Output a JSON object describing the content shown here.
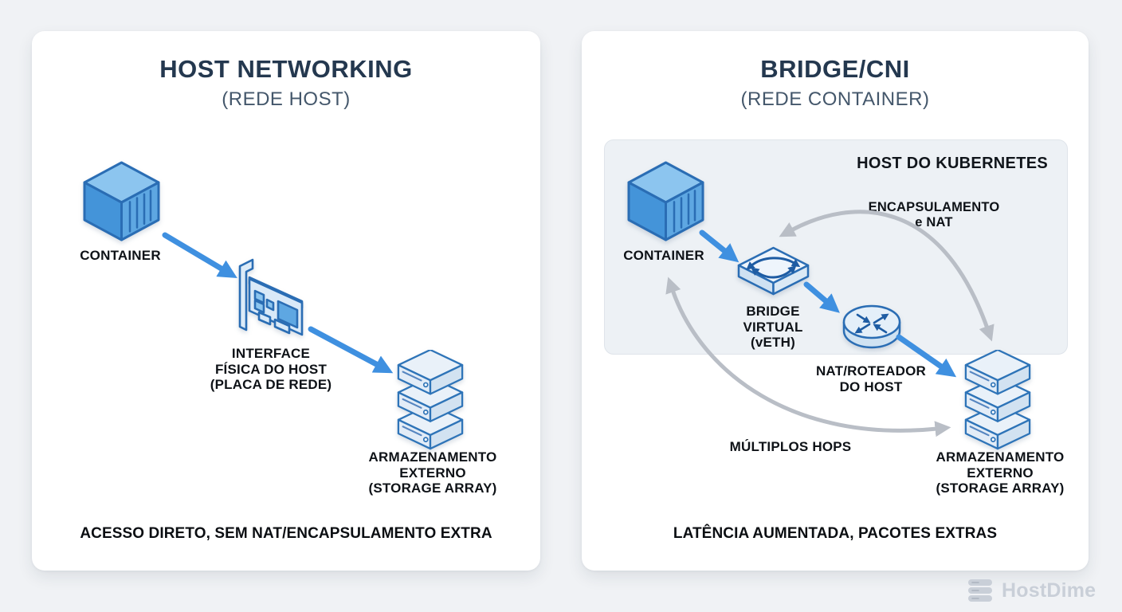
{
  "left_panel": {
    "title": "HOST NETWORKING",
    "subtitle": "(REDE HOST)",
    "container_label": "CONTAINER",
    "interface_label": "INTERFACE\nFÍSICA DO HOST\n(PLACA DE REDE)",
    "storage_label": "ARMAZENAMENTO\nEXTERNO\n(STORAGE ARRAY)",
    "footer": "ACESSO DIRETO, SEM NAT/ENCAPSULAMENTO EXTRA"
  },
  "right_panel": {
    "title": "BRIDGE/CNI",
    "subtitle": "(REDE CONTAINER)",
    "host_box_title": "HOST DO KUBERNETES",
    "container_label": "CONTAINER",
    "bridge_label": "BRIDGE\nVIRTUAL\n(vETH)",
    "nat_label": "NAT/ROTEADOR\nDO HOST",
    "encapsulation_label": "ENCAPSULAMENTO\ne NAT",
    "hops_label": "MÚLTIPLOS HOPS",
    "storage_label": "ARMAZENAMENTO\nEXTERNO\n(STORAGE ARRAY)",
    "footer": "LATÊNCIA AUMENTADA, PACOTES EXTRAS"
  },
  "branding": {
    "logo_text": "HostDime"
  },
  "colors": {
    "accent_blue": "#3f90e0",
    "icon_outline": "#2a6db4",
    "flow_gray": "#b9bec6",
    "title_navy": "#24384f",
    "page_bg": "#f0f2f5",
    "panel_bg": "#ffffff",
    "host_box_bg": "#edf1f5"
  }
}
